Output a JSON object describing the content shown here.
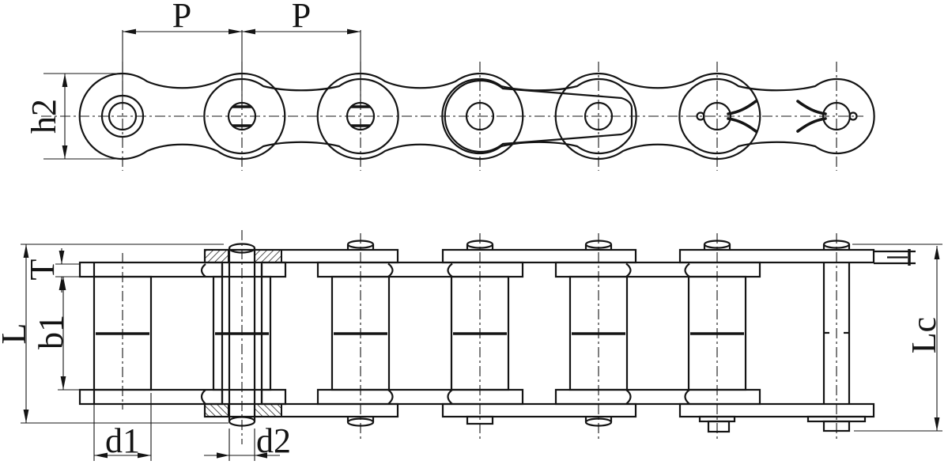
{
  "page": {
    "background": "#ffffff"
  },
  "drawing": {
    "line_color": "#141414",
    "side_view": {
      "labels": {
        "pitch1": "P",
        "pitch2": "P",
        "plate_height": "h2"
      }
    },
    "plan_view": {
      "labels": {
        "pin_length": "L",
        "plate_thickness": "T",
        "inner_width": "b1",
        "roller_diameter": "d1",
        "pin_diameter": "d2",
        "cotter_length": "Lc"
      }
    }
  }
}
